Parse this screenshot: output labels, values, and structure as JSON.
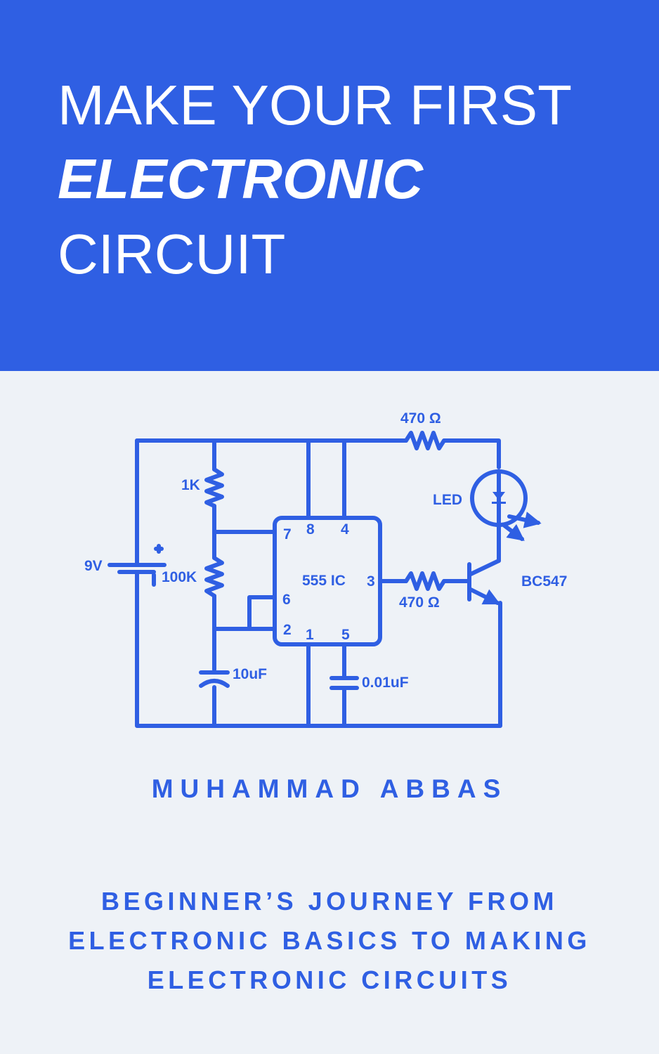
{
  "title": {
    "line1": "MAKE YOUR FIRST",
    "line2": "ELECTRONIC",
    "line3": "CIRCUIT"
  },
  "schematic": {
    "labels": {
      "r_top": "470 Ω",
      "r_base": "470 Ω",
      "r_1k": "1K",
      "r_100k": "100K",
      "battery": "9V",
      "led": "LED",
      "ic": "555 IC",
      "transistor": "BC547",
      "cap_10uf": "10uF",
      "cap_001uf": "0.01uF",
      "pin7": "7",
      "pin8": "8",
      "pin4": "4",
      "pin6": "6",
      "pin2": "2",
      "pin1": "1",
      "pin5": "5",
      "pin3": "3"
    }
  },
  "author": "MUHAMMAD ABBAS",
  "subtitle": {
    "line1": "BEGINNER’S JOURNEY FROM",
    "line2": "ELECTRONIC BASICS TO MAKING",
    "line3": "ELECTRONIC CIRCUITS"
  },
  "colors": {
    "brand_blue": "#2f5fe3",
    "background": "#eef2f7",
    "title_text": "#ffffff"
  }
}
